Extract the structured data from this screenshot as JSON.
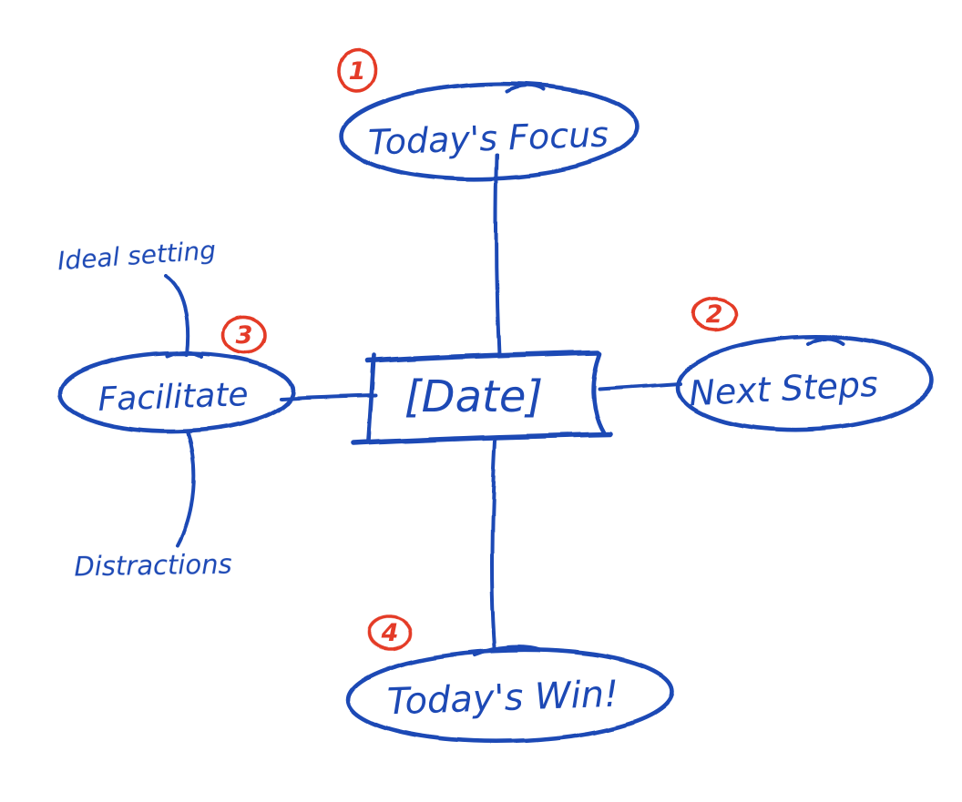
{
  "diagram": {
    "type": "hand-drawn-mindmap",
    "center_node": {
      "label": "[Date]"
    },
    "nodes": [
      {
        "order": "1",
        "label": "Today's Focus",
        "position": "top"
      },
      {
        "order": "2",
        "label": "Next Steps",
        "position": "right"
      },
      {
        "order": "3",
        "label": "Facilitate",
        "position": "left"
      },
      {
        "order": "4",
        "label": "Today's Win!",
        "position": "bottom"
      }
    ],
    "branch_labels": {
      "facilitate_top": "Ideal setting",
      "facilitate_bottom": "Distractions"
    },
    "colors": {
      "ink": "#1d49b5",
      "marker": "#e43b28",
      "background": "#ffffff"
    }
  }
}
